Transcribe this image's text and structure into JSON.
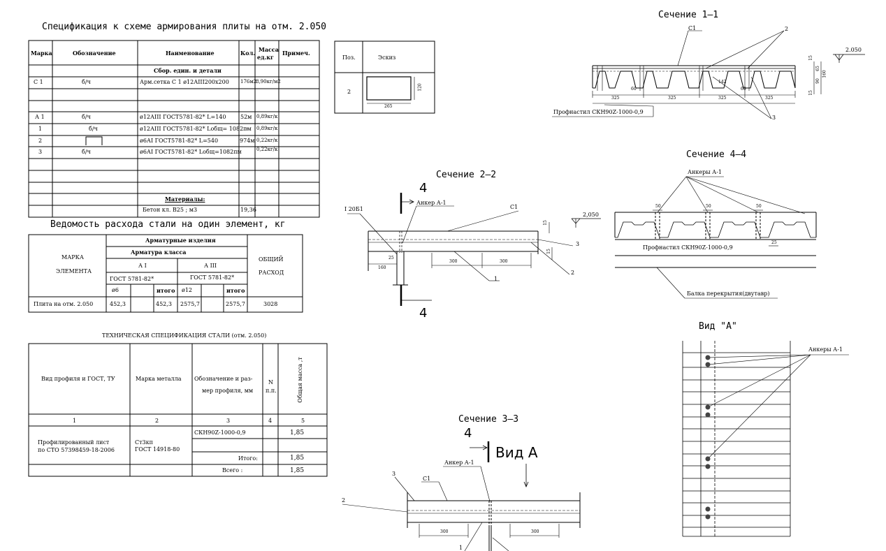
{
  "spec_table": {
    "title": "Спецификация к схеме армирования плиты на отм. 2.050",
    "headers": {
      "mark": "Марка",
      "designation": "Обозначение",
      "name": "Наименование",
      "qty": "Кол.",
      "mass_1": "Масса",
      "mass_2": "ед.кг",
      "note": "Примеч."
    },
    "section_assembly": "Сбор. един. и детали",
    "rows": [
      {
        "mark": "С 1",
        "designation": "б/ч",
        "name": "Арм.сетка С 1  ø12АIII200x200",
        "qty": "176м2",
        "mass": "8,90кг/м2"
      },
      {
        "mark": "А 1",
        "designation": "б/ч",
        "name": "ø12АIII ГОСТ5781-82* L=140",
        "qty": "52м",
        "mass": "0,89кг/к"
      },
      {
        "mark": "1",
        "designation": "б/ч",
        "name": "ø12АIII ГОСТ5781-82* Lобщ= 1082пм",
        "qty": "–",
        "mass": "0,89кг/к"
      },
      {
        "mark": "2",
        "designation": "",
        "name": "ø6АI ГОСТ5781-82* L=540",
        "qty": "974м",
        "mass": "0,22кг/к"
      },
      {
        "mark": "3",
        "designation": "б/ч",
        "name": "ø6АI ГОСТ5781-82* Lобщ=1082пм",
        "qty": "",
        "mass": "0,22кг/к"
      }
    ],
    "materials_label": "Материалы:",
    "concrete_label": "Бетон кл. В25 ; м3",
    "concrete_qty": "19,36"
  },
  "sketch_table": {
    "headers": {
      "pos": "Поз.",
      "sketch": "Эскиз"
    },
    "pos": "2",
    "dim_width": "265",
    "dim_height": "120"
  },
  "steel_table": {
    "title": "Ведомость расхода стали на один элемент, кг",
    "h_element_1": "МАРКА",
    "h_element_2": "ЭЛЕМЕНТА",
    "h_products": "Арматурные изделия",
    "h_class": "Арматура класса",
    "h_ai": "А I",
    "h_aiii": "А III",
    "h_gost_1": "ГОСТ 5781-82*",
    "h_gost_2": "ГОСТ 5781-82*",
    "h_d6": "ø6",
    "h_total_1": "итого",
    "h_d12": "ø12",
    "h_total_2": "итого",
    "h_overall_1": "ОБЩИЙ",
    "h_overall_2": "РАСХОД",
    "row": {
      "element": "Плита на отм. 2.050",
      "d6": "452,3",
      "total_ai": "452,3",
      "d12": "2575,7",
      "total_aiii": "2575,7",
      "overall": "3028"
    }
  },
  "tech_table": {
    "title": "ТЕХНИЧЕСКАЯ СПЕЦИФИКАЦИЯ СТАЛИ (отм. 2.050)",
    "h_profile": "Вид профиля и ГОСТ, ТУ",
    "h_metal": "Марка металла",
    "h_designation_1": "Обозначение и раз-",
    "h_designation_2": "мер профиля, мм",
    "h_n_1": "N",
    "h_n_2": "п.п.",
    "h_mass": "Общая масса ,т",
    "col_numbers": [
      "1",
      "2",
      "3",
      "4",
      "5"
    ],
    "profile_1": "Профилированный лист",
    "profile_2": "по СТО 57398459-18-2006",
    "metal_1": "Ст3кп",
    "metal_2": "ГОСТ 14918-80",
    "designation": "СКН90Z-1000-0,9",
    "mass_row": "1,85",
    "subtotal_label": "Итого:",
    "subtotal": "1,85",
    "total_label": "Всего :",
    "total": "1,85"
  },
  "section_1_1": {
    "title": "Сечение  1–1",
    "label_c1": "С1",
    "label_2": "2",
    "label_3": "3",
    "elevation": "2.050",
    "profile_label": "Профнастил СКН90Z-1000-0,9",
    "dims": [
      "325",
      "325",
      "325",
      "325"
    ],
    "dim_60a": "60",
    "dim_60b": "60",
    "dim_142": "142",
    "dim_15a": "15",
    "dim_15b": "15",
    "dim_65": "65",
    "dim_160": "160",
    "dim_90": "90"
  },
  "section_2_2": {
    "title": "Сечение  2–2",
    "cut_mark_top": "4",
    "cut_mark_bottom": "4",
    "beam_label": "I 20Б1",
    "anchor_label": "Анкер А-1",
    "label_c1": "С1",
    "elevation": "2,050",
    "label_3": "3",
    "label_2": "2",
    "label_1": "1",
    "dim_300a": "300",
    "dim_300b": "300",
    "dim_160": "160",
    "dim_25": "25",
    "dim_15": "15",
    "dim_15b": "15"
  },
  "section_4_4": {
    "title": "Сечение  4–4",
    "anchor_label": "Анкеры А-1",
    "dims_50": [
      "50",
      "50",
      "50"
    ],
    "profile_label": "Профнастил СКН90Z-1000-0,9",
    "dim_25": "25",
    "beam_label": "Балка перекрытия(двутавр)"
  },
  "view_a": {
    "title": "Вид  \"А\"",
    "anchor_label": "Анкеры А-1"
  },
  "section_3_3": {
    "title": "Сечение  3–3",
    "cut_mark": "4",
    "view_label": "Вид А",
    "anchor_label": "Анкер А-1",
    "label_3": "3",
    "label_c1": "С1",
    "label_2": "2",
    "label_1": "1",
    "dim_300a": "300",
    "dim_300b": "300"
  }
}
